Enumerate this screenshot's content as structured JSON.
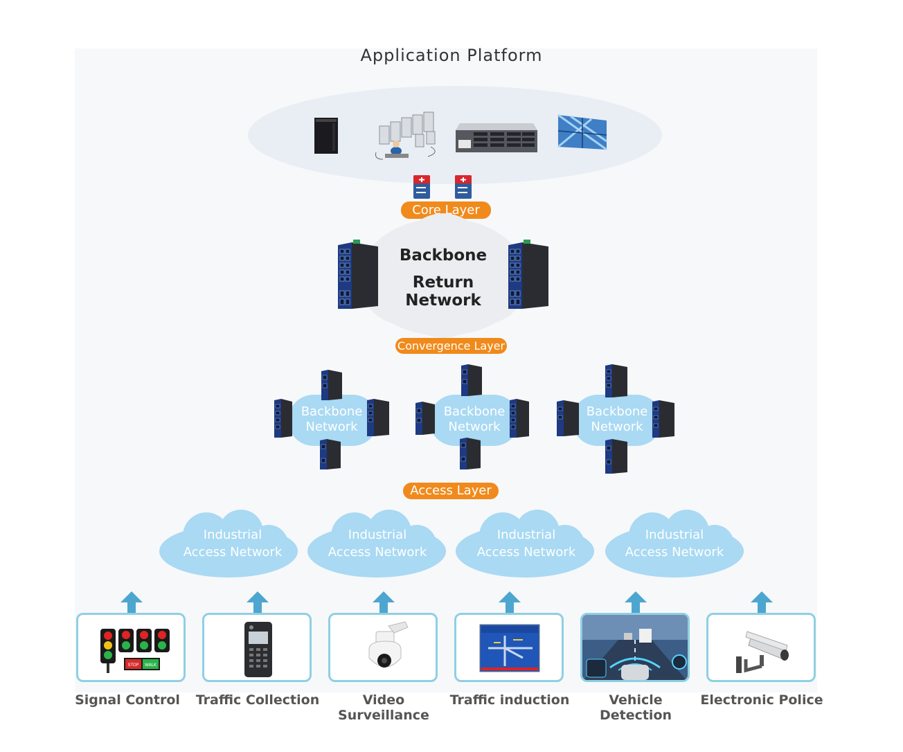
{
  "title": "Application Platform",
  "layers": {
    "core": "Core Layer",
    "convergence": "Convergence Layer",
    "access": "Access Layer"
  },
  "backbone_return": {
    "line1": "Backbone",
    "line2": "Return Network"
  },
  "backbone_networks": [
    {
      "line1": "Backbone",
      "line2": "Network"
    },
    {
      "line1": "Backbone",
      "line2": "Network"
    },
    {
      "line1": "Backbone",
      "line2": "Network"
    }
  ],
  "access_networks": [
    {
      "line1": "Industrial",
      "line2": "Access Network"
    },
    {
      "line1": "Industrial",
      "line2": "Access Network"
    },
    {
      "line1": "Industrial",
      "line2": "Access Network"
    },
    {
      "line1": "Industrial",
      "line2": "Access Network"
    }
  ],
  "applications": [
    {
      "label": "Signal Control",
      "icon": "traffic-light-icon"
    },
    {
      "label": "Traffic Collection",
      "icon": "ticket-terminal-icon"
    },
    {
      "label": "Video Surveillance",
      "icon": "dome-camera-icon"
    },
    {
      "label": "Traffic induction",
      "icon": "guidance-board-icon"
    },
    {
      "label": "Vehicle Detection",
      "icon": "vehicle-detection-icon"
    },
    {
      "label": "Electronic Police",
      "icon": "bullet-camera-icon"
    }
  ],
  "traffic_sign_text": {
    "stop": "STOP",
    "walk": "WALK"
  },
  "colors": {
    "accent_orange": "#f08a1c",
    "cloud_blue": "#a9d9f3",
    "card_border": "#8fcfe3",
    "switch_blue": "#1f3f8a"
  }
}
